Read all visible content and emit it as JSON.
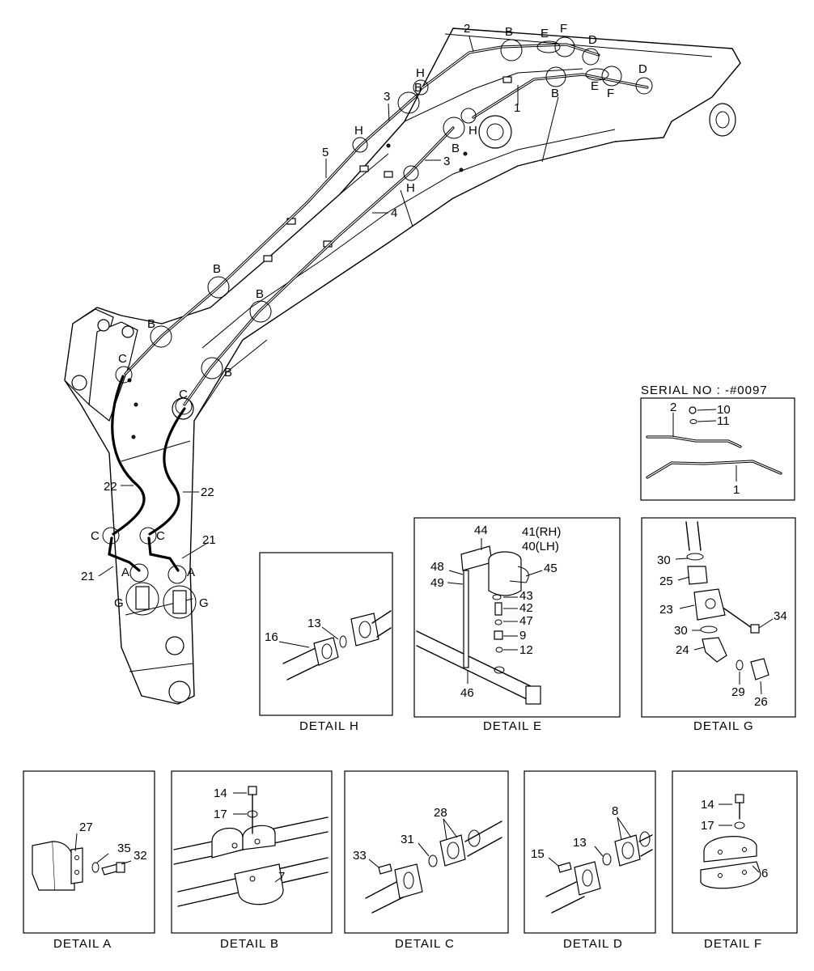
{
  "serial_title": "SERIAL NO : -#0097",
  "boom_labels": {
    "n1": "1",
    "n2": "2",
    "n3a": "3",
    "n3b": "3",
    "n4": "4",
    "n5": "5",
    "n21a": "21",
    "n21b": "21",
    "n22a": "22",
    "n22b": "22",
    "a1": "A",
    "a2": "A",
    "b1": "B",
    "b2": "B",
    "b3": "B",
    "b4": "B",
    "b5": "B",
    "b6": "B",
    "b7": "B",
    "b8": "B",
    "c1": "C",
    "c2": "C",
    "c3": "C",
    "c4": "C",
    "d1": "D",
    "d2": "D",
    "e1": "E",
    "e2": "E",
    "f1": "F",
    "f2": "F",
    "g1": "G",
    "g2": "G",
    "h1": "H",
    "h2": "H",
    "h3": "H",
    "h4": "H"
  },
  "serial_labels": {
    "p1": "1",
    "p2": "2",
    "p10": "10",
    "p11": "11"
  },
  "detail_h": {
    "caption": "DETAIL  H",
    "p13": "13",
    "p16": "16"
  },
  "detail_e": {
    "caption": "DETAIL  E",
    "p44": "44",
    "p41": "41(RH)",
    "p40": "40(LH)",
    "p45": "45",
    "p48": "48",
    "p49": "49",
    "p43": "43",
    "p42": "42",
    "p47": "47",
    "p9": "9",
    "p12": "12",
    "p46": "46"
  },
  "detail_g": {
    "caption": "DETAIL  G",
    "p30a": "30",
    "p25": "25",
    "p23": "23",
    "p34": "34",
    "p30b": "30",
    "p24": "24",
    "p29": "29",
    "p26": "26"
  },
  "detail_a": {
    "caption": "DETAIL  A",
    "p27": "27",
    "p35": "35",
    "p32": "32"
  },
  "detail_b": {
    "caption": "DETAIL  B",
    "p14": "14",
    "p17": "17",
    "p7": "7"
  },
  "detail_c": {
    "caption": "DETAIL  C",
    "p28": "28",
    "p31": "31",
    "p33": "33"
  },
  "detail_d": {
    "caption": "DETAIL  D",
    "p8": "8",
    "p13": "13",
    "p15": "15"
  },
  "detail_f": {
    "caption": "DETAIL  F",
    "p14": "14",
    "p17": "17",
    "p6": "6"
  }
}
